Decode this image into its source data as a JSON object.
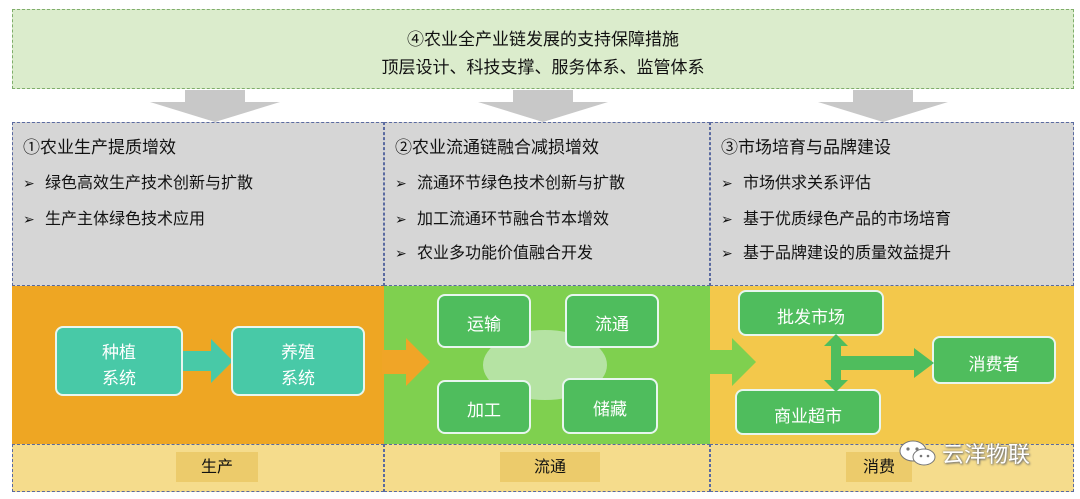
{
  "top_banner": {
    "line1": "④农业全产业链发展的支持保障措施",
    "line2": "顶层设计、科技支撑、服务体系、监管体系"
  },
  "panels": [
    {
      "title": "①农业生产提质增效",
      "bullets": [
        "绿色高效生产技术创新与扩散",
        "生产主体绿色技术应用"
      ]
    },
    {
      "title": "②农业流通链融合减损增效",
      "bullets": [
        "流通环节绿色技术创新与扩散",
        "加工流通环节融合节本增效",
        "农业多功能价值融合开发"
      ]
    },
    {
      "title": "③市场培育与品牌建设",
      "bullets": [
        "市场供求关系评估",
        "基于优质绿色产品的市场培育",
        "基于品牌建设的质量效益提升"
      ]
    }
  ],
  "bullet_marker": "➢",
  "production": {
    "box1": {
      "line1": "种植",
      "line2": "系统"
    },
    "box2": {
      "line1": "养殖",
      "line2": "系统"
    }
  },
  "circulation": {
    "transport": "运输",
    "flow": "流通",
    "processing": "加工",
    "storage": "储藏"
  },
  "consumption": {
    "wholesale": "批发市场",
    "supermarket": "商业超市",
    "consumer": "消费者"
  },
  "footer": {
    "production": "生产",
    "circulation": "流通",
    "consumption": "消费"
  },
  "watermark": "云洋物联",
  "colors": {
    "banner": "#dbeccc",
    "panel_grey": "#d6d6d6",
    "orange": "#eea623",
    "green": "#7fd04f",
    "yellow": "#f3c84b",
    "teal_box": "#48c9a7",
    "green_box": "#4fbd5d"
  }
}
